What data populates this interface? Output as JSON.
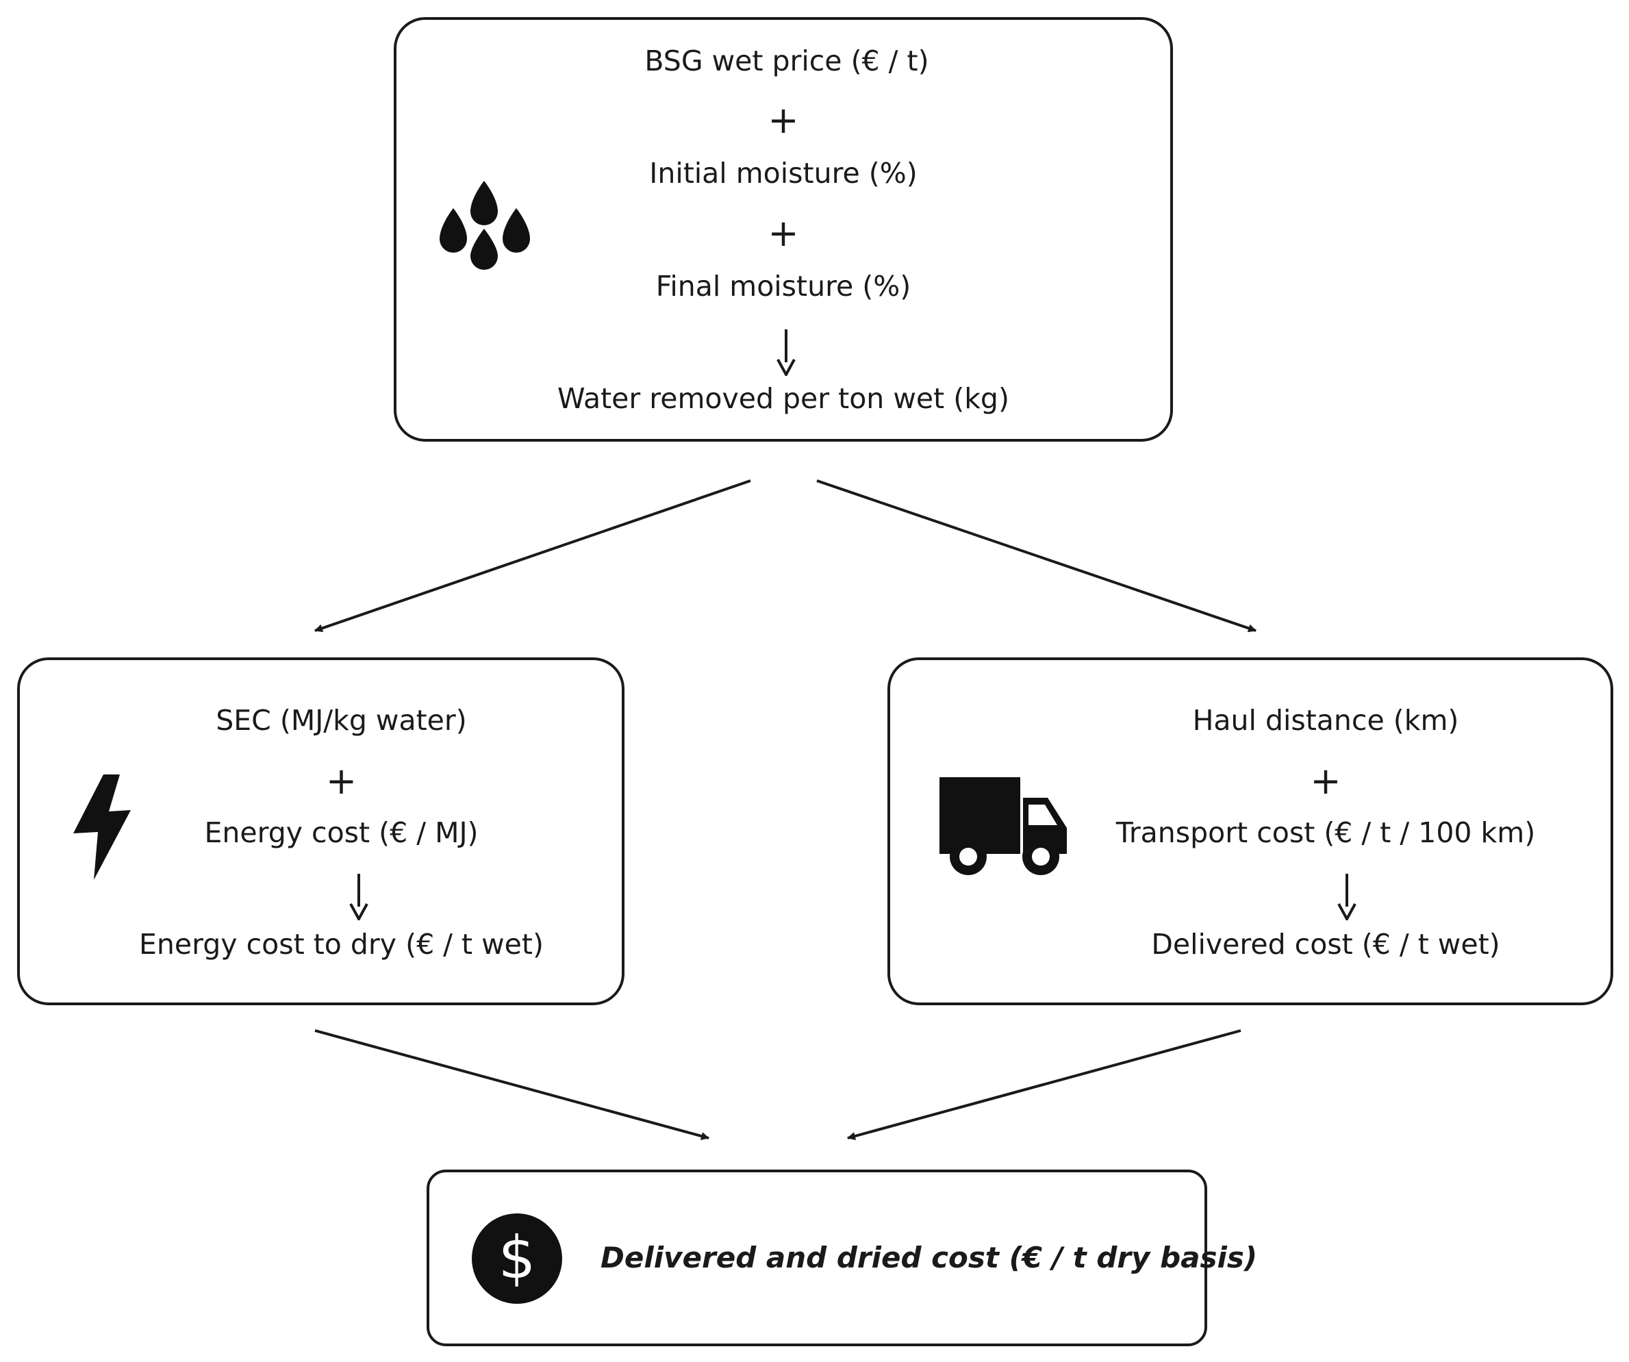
{
  "top_box": {
    "line1": "BSG wet price (€ / t)",
    "op1": "+",
    "line2": "Initial moisture (%)",
    "op2": "+",
    "line3": "Final moisture (%)",
    "output": "Water removed per ton wet (kg)",
    "icon": "water-drops-icon"
  },
  "left_box": {
    "line1": "SEC (MJ/kg water)",
    "op1": "+",
    "line2": "Energy cost (€ / MJ)",
    "output": "Energy cost to dry (€ / t wet)",
    "icon": "lightning-bolt-icon"
  },
  "right_box": {
    "line1": "Haul distance (km)",
    "op1": "+",
    "line2": "Transport cost (€ / t / 100 km)",
    "output": "Delivered cost (€ / t wet)",
    "icon": "truck-icon"
  },
  "bottom_box": {
    "result": "Delivered and dried cost (€ / t dry basis)",
    "icon": "dollar-coin-icon"
  },
  "colors": {
    "ink": "#1a1a1a",
    "background": "#ffffff"
  }
}
